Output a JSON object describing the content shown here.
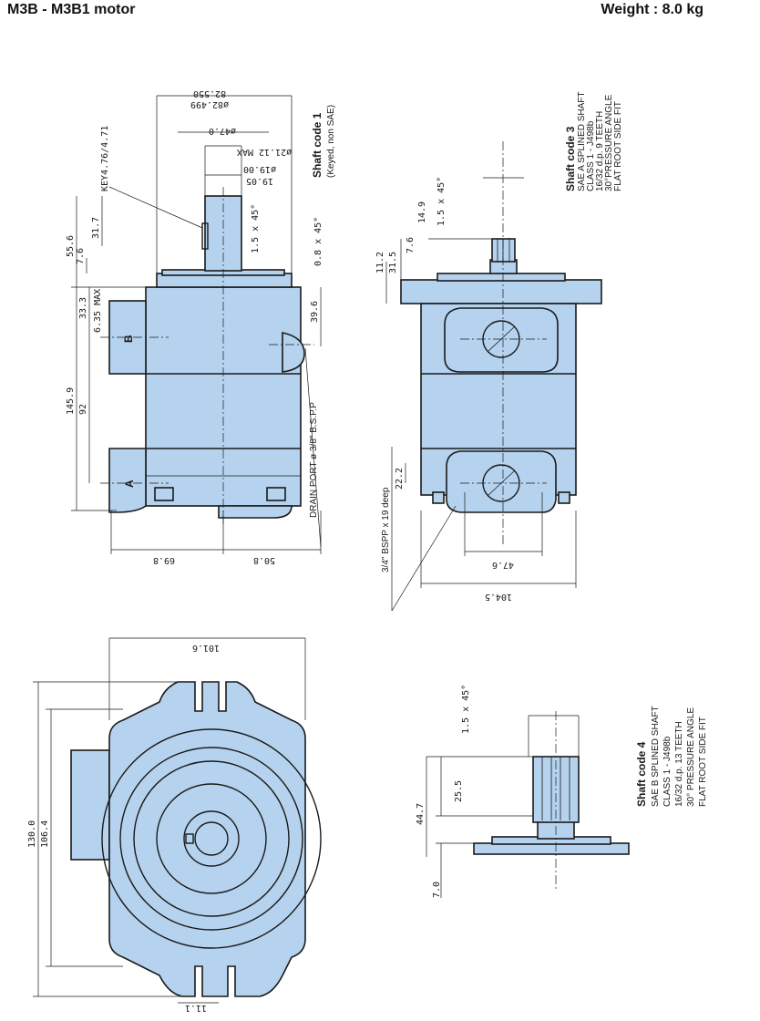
{
  "header": {
    "title": "M3B - M3B1 motor",
    "weight": "Weight : 8.0 kg"
  },
  "side_view": {
    "dims": {
      "d82_550": "82.550",
      "d82_499": "ø82.499",
      "d47": "ø47.0",
      "d21_12": "ø21.12 MAX",
      "d19_00": "ø19.00",
      "d19_05": "19.05",
      "key": "KEY4.76/4.71",
      "chamfer1": "1.5 x 45°",
      "chamfer2": "0.8 x 45°",
      "d55_6": "55.6",
      "d31_7": "31.7",
      "d7_6": "7.6",
      "d33_3": "33.3",
      "d6_35": "6.35 MAX",
      "d39_6": "39.6",
      "d145_9": "145.9",
      "d92": "92",
      "d69_8": "69.8",
      "d50_8": "50.8"
    },
    "port_b": "B",
    "port_a": "A",
    "drain": "DRAIN PORT ø 3/8\" B.S.P.P"
  },
  "shaft1": {
    "title": "Shaft code 1",
    "sub": "(Keyed, non SAE)"
  },
  "shaft3": {
    "title": "Shaft code 3",
    "lines": [
      "SAE A SPLINED SHAFT",
      "CLASS 1 - J498b",
      "16/32 d.p. 9 TEETH",
      "30°PRESSURE ANGLE",
      "FLAT ROOT SIDE FIT"
    ]
  },
  "front_view": {
    "dims": {
      "chamfer": "1.5 x 45°",
      "d14_9": "14.9",
      "d7_6": "7.6",
      "d11_2": "11.2",
      "d31_5": "31.5",
      "d22_2": "22.2",
      "d47_6": "47.6",
      "d104_5": "104.5"
    },
    "port_note": "3/4\" BSPP x 19 deep"
  },
  "bottom_view": {
    "dims": {
      "d101_6": "101.6",
      "d130_0": "130.0",
      "d106_4": "106.4",
      "d11_1": "11.1"
    }
  },
  "shaft4": {
    "title": "Shaft code 4",
    "lines": [
      "SAE B SPLINED SHAFT",
      "CLASS 1 - J498b",
      "16/32 d.p. 13 TEETH",
      "30° PRESSURE ANGLE",
      "FLAT ROOT SIDE FIT"
    ],
    "dims": {
      "chamfer": "1.5 x 45°",
      "d44_7": "44.7",
      "d25_5": "25.5",
      "d7_0": "7.0"
    }
  },
  "colors": {
    "body_fill": "#b5d3ee",
    "line": "#1a1a1a"
  }
}
